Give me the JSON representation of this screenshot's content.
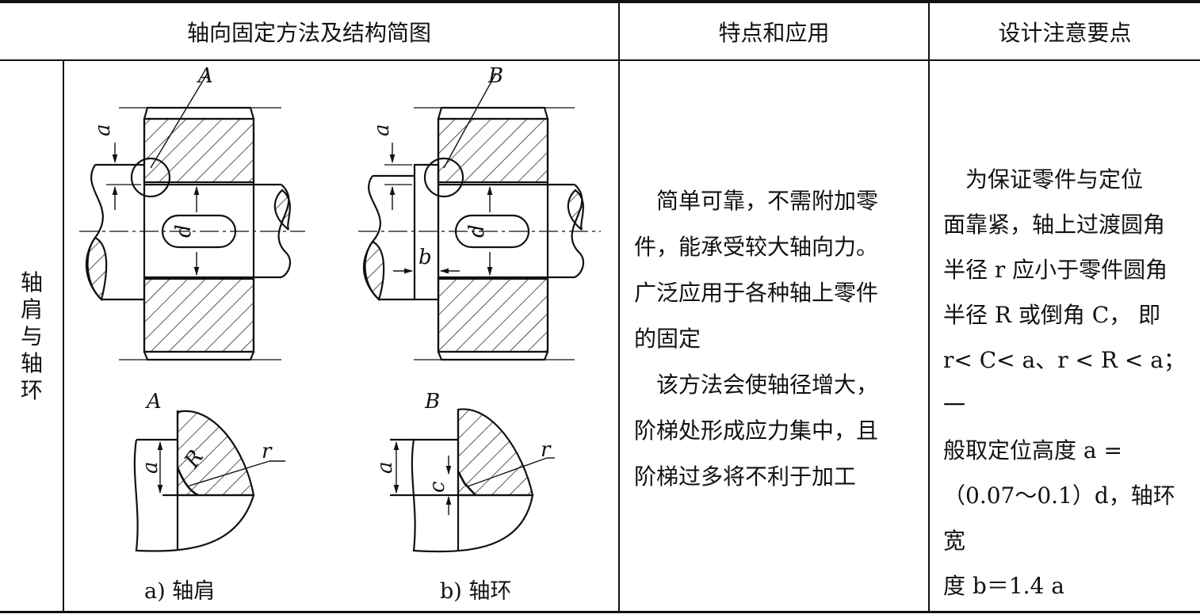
{
  "header": {
    "col1": "轴向固定方法及结构简图",
    "col2": "特点和应用",
    "col3": "设计注意要点"
  },
  "row": {
    "label_chars": [
      "轴",
      "肩",
      "与",
      "轴",
      "环"
    ],
    "features": {
      "lines_p1": [
        "简单可靠，不需附加零",
        "件，能承受较大轴向力。",
        "广泛应用于各种轴上零件",
        "的固定"
      ],
      "lines_p2": [
        "该方法会使轴径增大，",
        "阶梯处形成应力集中，且",
        "阶梯过多将不利于加工"
      ]
    },
    "notes": {
      "lines": [
        "为保证零件与定位",
        "面靠紧，轴上过渡圆角",
        "半径 r 应小于零件圆角",
        "半径 R 或倒角 C，  即",
        "r< C< a、r < R < a；一",
        "般取定位高度  a =",
        "（0.07～0.1）d，轴环宽",
        "度 b＝1.4 a"
      ]
    }
  },
  "figure": {
    "labels": {
      "A": "A",
      "B": "B",
      "a": "a",
      "d": "d",
      "b": "b",
      "R": "R",
      "r": "r",
      "c": "c"
    },
    "caption_a_prefix": "a) ",
    "caption_a": "轴肩",
    "caption_b_prefix": "b) ",
    "caption_b": "轴环"
  }
}
